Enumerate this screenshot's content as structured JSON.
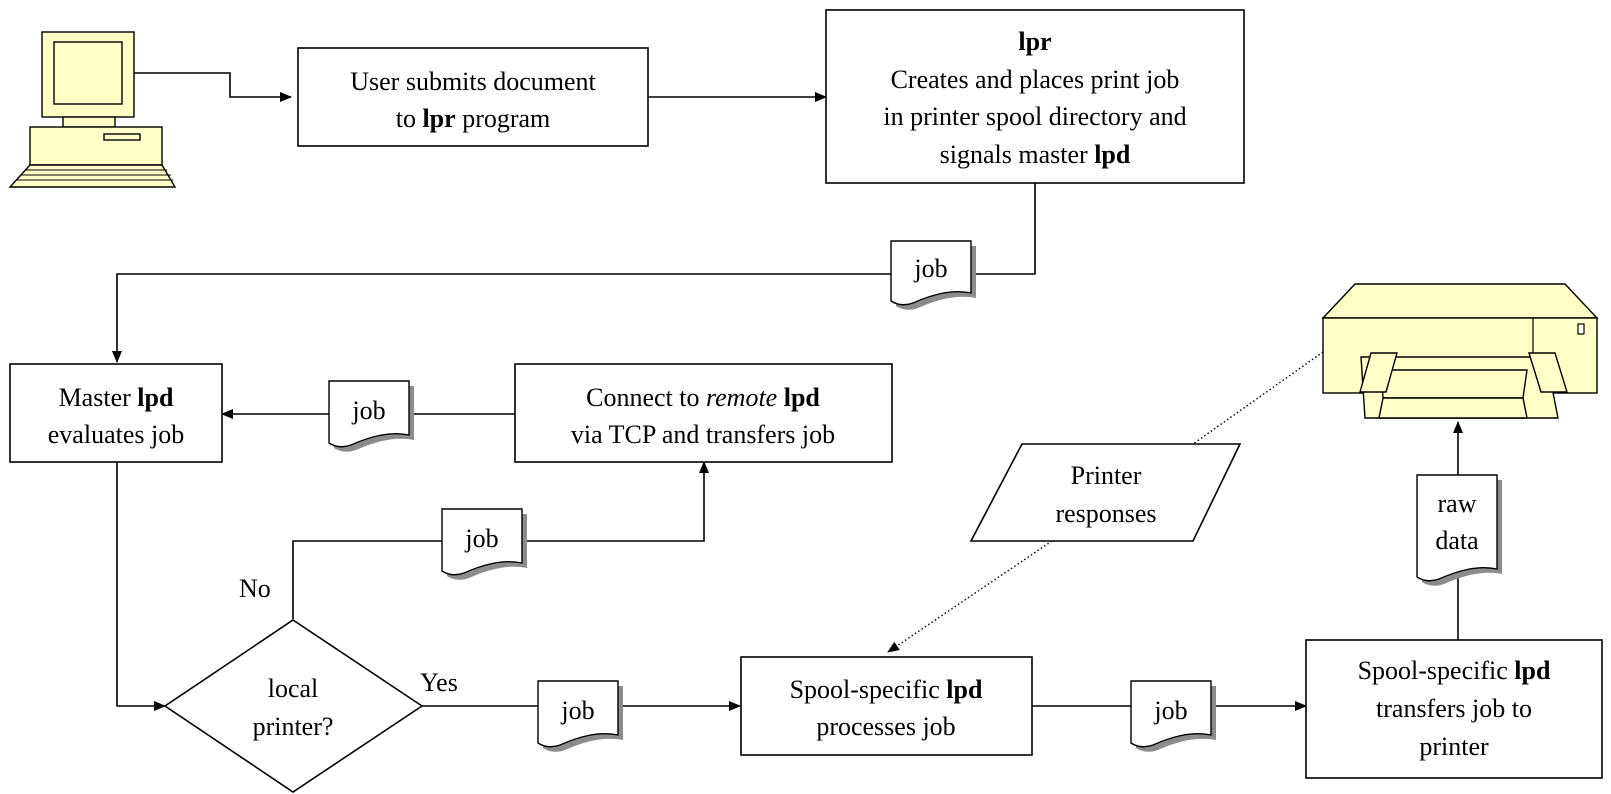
{
  "boxes": {
    "submit": {
      "line1": "User submits document",
      "line2_pre": "to ",
      "line2_bold": "lpr",
      "line2_post": " program"
    },
    "lpr": {
      "title": "lpr",
      "line1": "Creates and places print job",
      "line2": "in printer spool directory and",
      "line3_pre": "signals master ",
      "line3_bold": "lpd"
    },
    "master": {
      "line1_pre": "Master ",
      "line1_bold": "lpd",
      "line2": "evaluates job"
    },
    "remote": {
      "line1_pre": "Connect to ",
      "line1_italic": "remote",
      "line1_bold": " lpd",
      "line2": "via TCP and transfers job"
    },
    "spool_process": {
      "line1_pre": "Spool-specific ",
      "line1_bold": "lpd",
      "line2": "processes job"
    },
    "spool_transfer": {
      "line1_pre": "Spool-specific ",
      "line1_bold": "lpd",
      "line2": "transfers job to",
      "line3": "printer"
    }
  },
  "decision": {
    "line1": "local",
    "line2": "printer?",
    "yes_label": "Yes",
    "no_label": "No"
  },
  "responses": {
    "line1": "Printer",
    "line2": "responses"
  },
  "documents": {
    "job": "job",
    "raw_line1": "raw",
    "raw_line2": "data"
  },
  "icons": [
    "computer-icon",
    "printer-icon"
  ],
  "colors": {
    "device_fill": "#ffffc8",
    "stroke": "#000000",
    "shadow": "#8c8c8c"
  }
}
